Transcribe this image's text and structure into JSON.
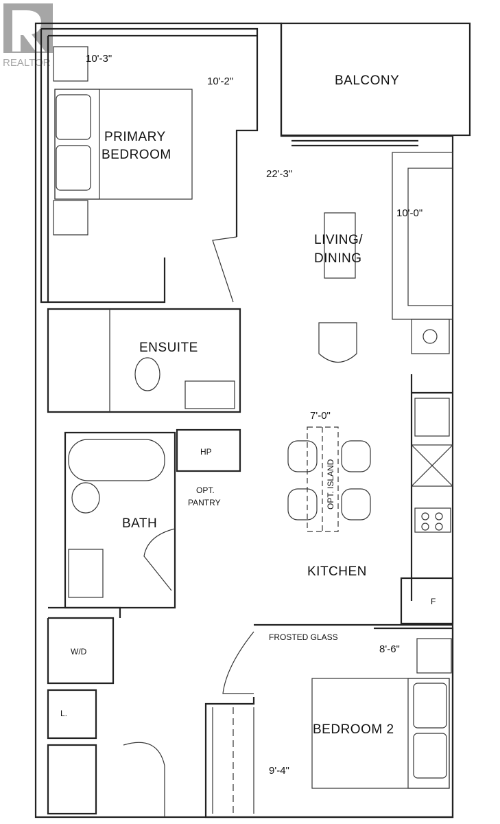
{
  "logo": {
    "text": "REALTOR",
    "mark": "R",
    "color": "#a6a6a6"
  },
  "rooms": {
    "primary_bedroom": {
      "line1": "PRIMARY",
      "line2": "BEDROOM",
      "dim_width": "10'-3\"",
      "dim_length": "10'-2\""
    },
    "balcony": {
      "label": "BALCONY"
    },
    "living_dining": {
      "line1": "LIVING/",
      "line2": "DINING",
      "dim_length": "22'-3\"",
      "dim_width": "10'-0\""
    },
    "ensuite": {
      "label": "ENSUITE"
    },
    "bath": {
      "label": "BATH"
    },
    "hp": {
      "label": "HP"
    },
    "pantry": {
      "line1": "OPT.",
      "line2": "PANTRY"
    },
    "island": {
      "label": "OPT. ISLAND",
      "dim": "7'-0\""
    },
    "kitchen": {
      "label": "KITCHEN",
      "fridge": "F"
    },
    "frosted_glass": {
      "label": "FROSTED GLASS"
    },
    "bedroom2": {
      "label": "BEDROOM 2",
      "dim_width": "8'-6\"",
      "dim_length": "9'-4\""
    },
    "laundry": {
      "label": "W/D"
    },
    "linen": {
      "label": "L."
    }
  }
}
